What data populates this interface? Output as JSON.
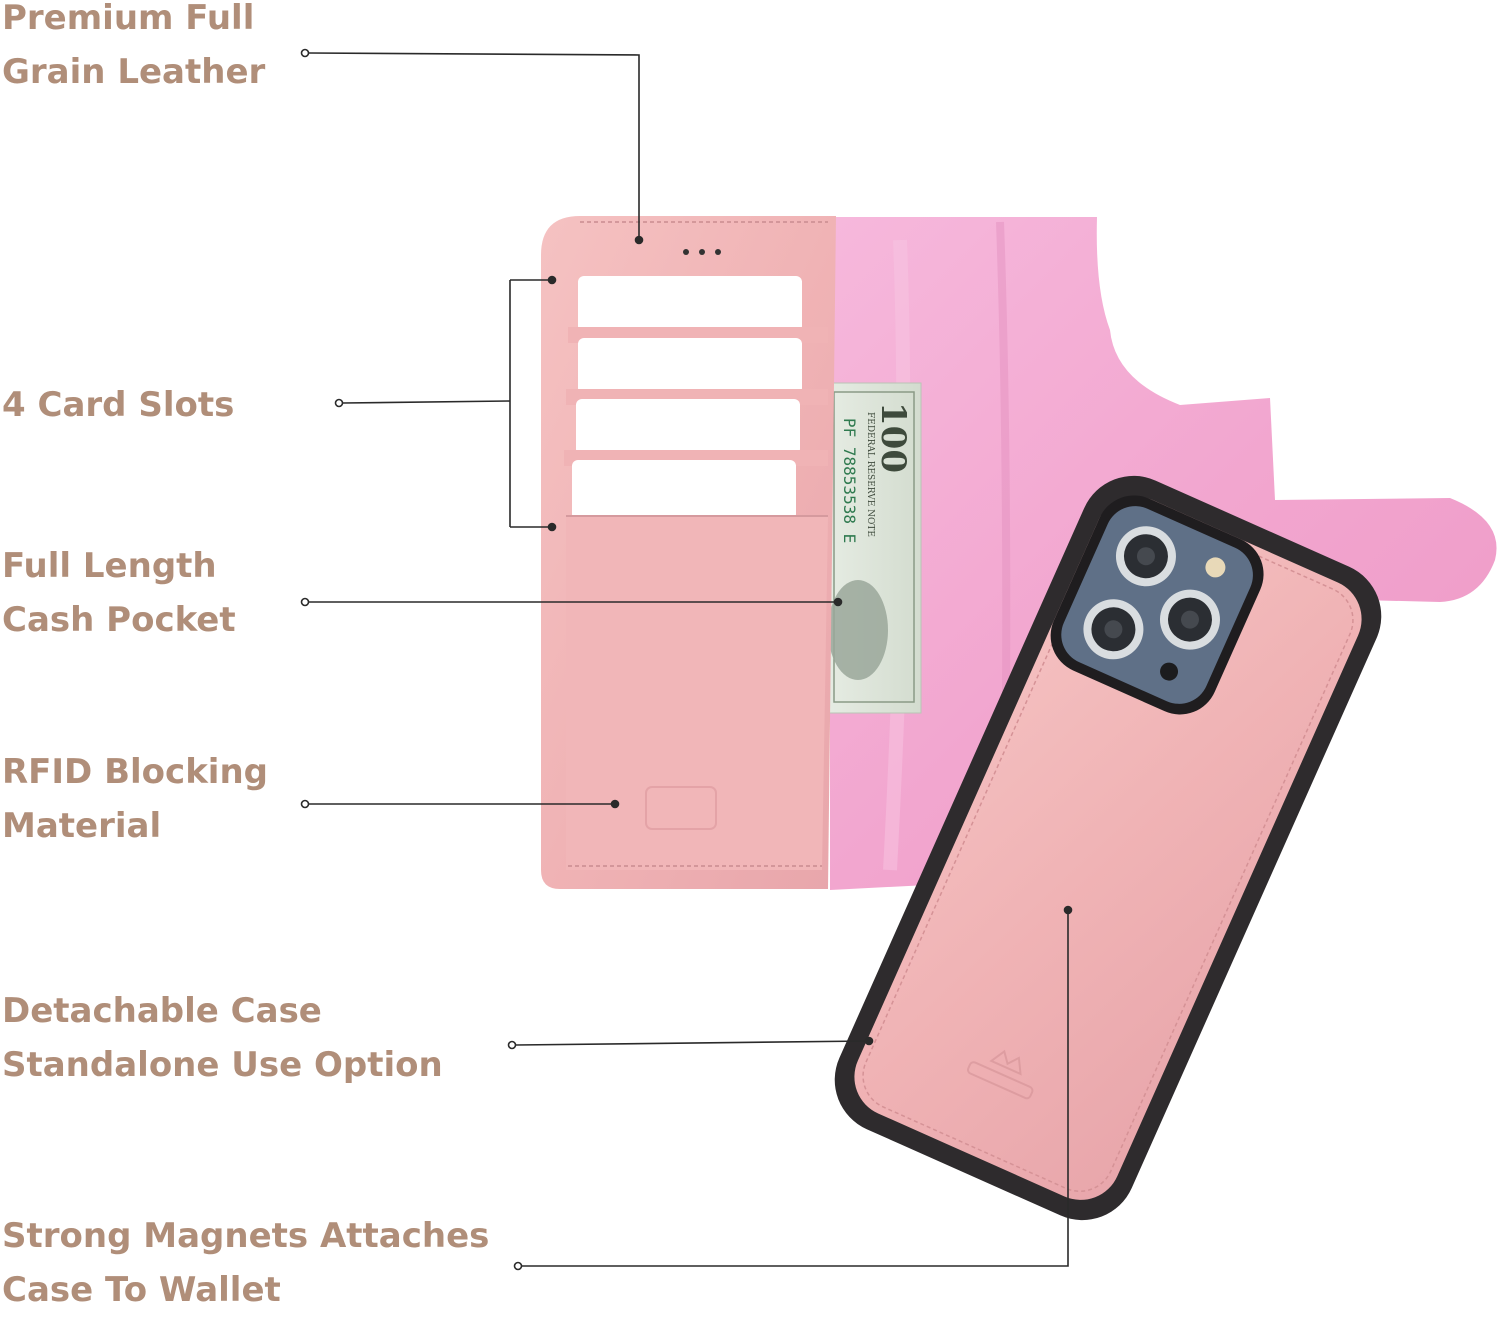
{
  "features": [
    {
      "id": "leather",
      "lines": [
        "Premium Full",
        "Grain Leather"
      ]
    },
    {
      "id": "slots",
      "lines": [
        "4 Card Slots"
      ]
    },
    {
      "id": "cash",
      "lines": [
        "Full Length",
        "Cash Pocket"
      ]
    },
    {
      "id": "rfid",
      "lines": [
        "RFID Blocking",
        "Material"
      ]
    },
    {
      "id": "detachable",
      "lines": [
        "Detachable Case",
        "Standalone Use Option"
      ]
    },
    {
      "id": "magnets",
      "lines": [
        "Strong Magnets Attaches",
        "Case To Wallet"
      ]
    }
  ],
  "banknote": {
    "denomination": "100",
    "serial": "PF 78853538 E",
    "issuer": "FEDERAL RESERVE NOTE"
  },
  "colors": {
    "label_text": "#b08e79",
    "leather_pink": "#f0b3b5",
    "suede_pink": "#f2a6cf",
    "bumper": "#2e2b2d"
  }
}
